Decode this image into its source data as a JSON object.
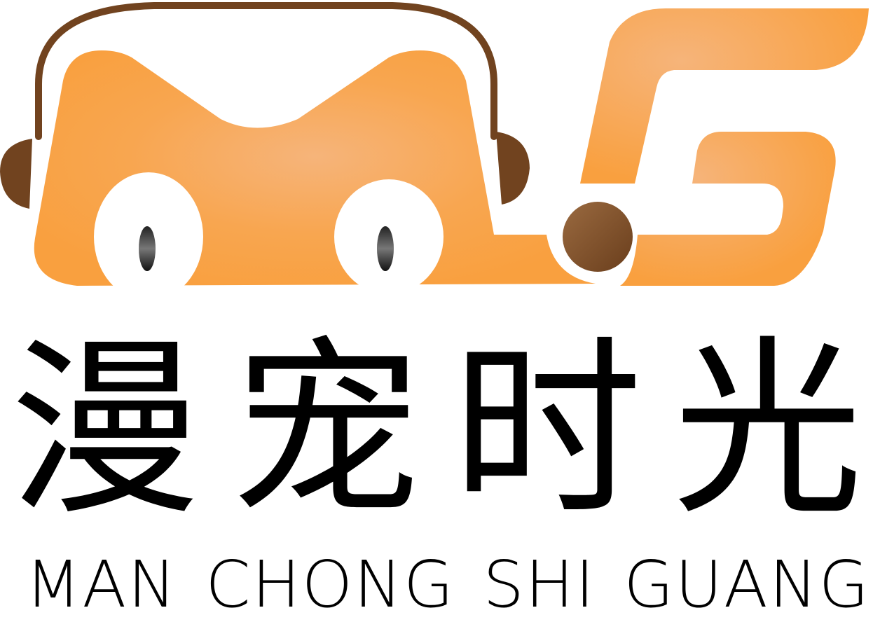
{
  "brand": {
    "name_cn": "漫宠时光",
    "name_cn_chars": [
      "漫",
      "宠",
      "时",
      "光"
    ],
    "name_en_words": [
      "MAN",
      "CHONG",
      "SHI",
      "GUANG"
    ]
  },
  "colors": {
    "orange": "#F9A03F",
    "orange_light": "#F6B47A",
    "brown": "#71431F",
    "brown_light": "#8A5A32",
    "text": "#000000",
    "background": "#FFFFFF"
  },
  "icons": [
    "headphones-icon",
    "monster-face-icon",
    "letter-g-icon"
  ]
}
